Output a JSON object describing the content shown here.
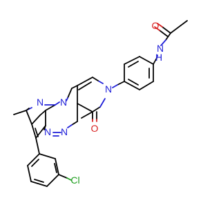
{
  "molecule": {
    "atom_labels": {
      "o_top": "O",
      "n_amide": "N",
      "h_amide": "H",
      "n_ring": "N",
      "o_carbonyl": "O",
      "n_pyrazole_1": "N",
      "n_pyrazole_2": "N",
      "n_triazine_1": "N",
      "n_triazine_2": "N",
      "cl": "Cl"
    },
    "colors": {
      "carbon": "#000000",
      "nitrogen": "#1f1fd8",
      "oxygen": "#d81f1f",
      "chlorine": "#1f9f1f"
    }
  }
}
